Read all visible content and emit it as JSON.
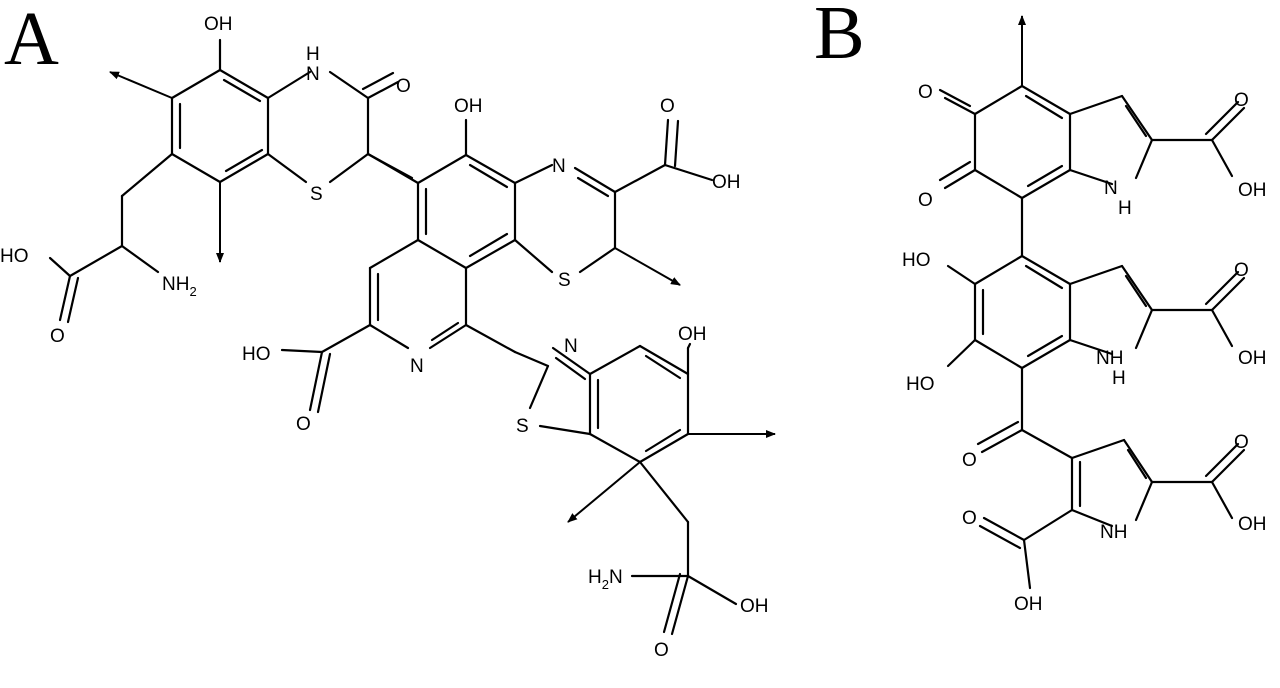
{
  "panels": [
    {
      "label": "A"
    },
    {
      "label": "B"
    }
  ],
  "atoms": {
    "oh": "OH",
    "ho": "HO",
    "o": "O",
    "n": "N",
    "s": "S",
    "h": "H",
    "nh": "NH",
    "nh_n": "N",
    "nh2": "NH",
    "two": "2",
    "h2n": "H",
    "h2n_2": "2",
    "h2n_n": "N"
  },
  "colors": {
    "ink": "#000000",
    "background": "#ffffff"
  }
}
